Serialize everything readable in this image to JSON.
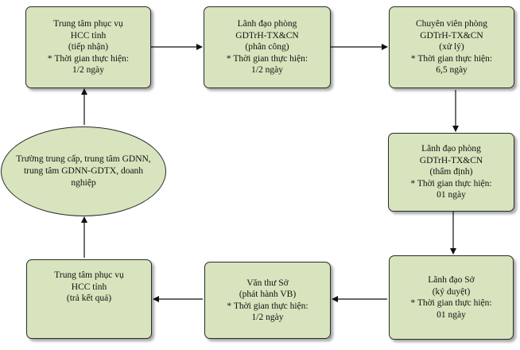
{
  "nodes": {
    "reception": {
      "lines": [
        "Trung tâm phục vụ",
        "HCC tỉnh",
        "(tiếp nhận)",
        "* Thời gian thực hiện:",
        "1/2 ngày"
      ]
    },
    "assign": {
      "lines": [
        "Lãnh đạo phòng",
        "GDTrH-TX&CN",
        "(phân công)",
        "* Thời gian thực hiện:",
        "1/2 ngày"
      ]
    },
    "process": {
      "lines": [
        "Chuyên viên phòng",
        "GDTrH-TX&CN",
        "(xử lý)",
        "* Thời gian thực hiện:",
        "6,5 ngày"
      ]
    },
    "review": {
      "lines": [
        "Lãnh đạo phòng",
        "GDTrH-TX&CN",
        "(thẩm định)",
        "* Thời gian thực hiện:",
        "01 ngày"
      ]
    },
    "approve": {
      "lines": [
        "Lãnh đạo Sở",
        "(ký duyệt)",
        "* Thời gian thực hiện:",
        "01 ngày"
      ]
    },
    "issue": {
      "lines": [
        "Văn thư Sở",
        "(phát hành VB)",
        "* Thời gian thực hiện:",
        "1/2 ngày"
      ]
    },
    "return": {
      "lines": [
        "Trung tâm phục vụ",
        "HCC tỉnh",
        "(trả kết quả)"
      ]
    },
    "applicant": {
      "text": "Trường trung cấp, trung tâm GDNN, trung tâm GDNN-GDTX, doanh nghiệp"
    }
  },
  "colors": {
    "box_fill": "#d7e4bd",
    "border": "#2b2b2b",
    "arrow": "#111111"
  }
}
